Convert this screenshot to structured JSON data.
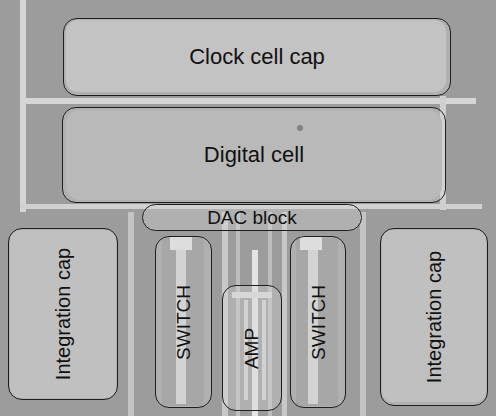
{
  "diagram": {
    "nodes": [
      {
        "text": [
          "Clock cell cap"
        ]
      },
      {
        "text": [
          "Digital cell"
        ]
      },
      {
        "text": [
          "DAC block"
        ]
      },
      {
        "text": [
          "Integration cap"
        ]
      },
      {
        "text": [
          "SWITCH"
        ]
      },
      {
        "text": [
          "AMP"
        ]
      },
      {
        "text": [
          "SWITCH"
        ]
      },
      {
        "text": [
          "Integration cap"
        ]
      }
    ]
  }
}
